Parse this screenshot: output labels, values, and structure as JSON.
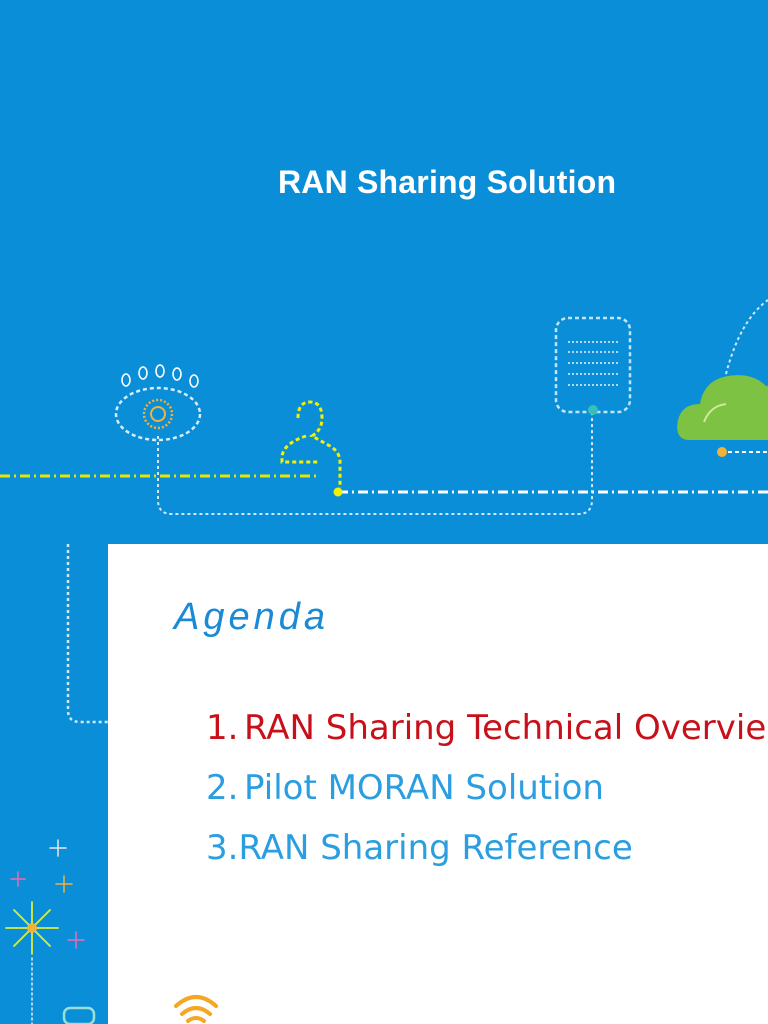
{
  "slide": {
    "title": "RAN Sharing Solution"
  },
  "agenda": {
    "heading": "Agenda",
    "items": [
      {
        "number": "1.",
        "label": "RAN Sharing Technical Overvie"
      },
      {
        "number": "2.",
        "label": "Pilot MORAN Solution"
      },
      {
        "number": "3.",
        "label": "RAN Sharing Reference"
      }
    ]
  },
  "colors": {
    "background": "#0b8ed8",
    "active_item": "#c8101a",
    "inactive_item": "#2a9ee0",
    "heading": "#1a8ad4",
    "cloud": "#7dc242"
  }
}
